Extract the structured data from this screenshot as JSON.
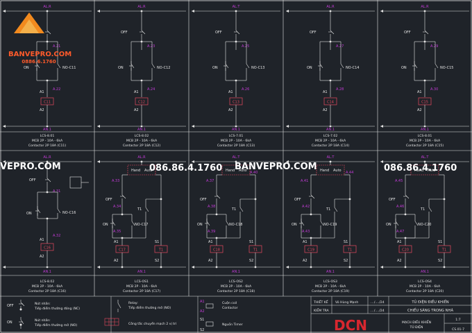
{
  "brand": {
    "logo_text": "BANVEPRO.COM",
    "logo_phone": "0886.6.1760",
    "watermark_site_left": "VEPRO.COM",
    "watermark_phone_1": "086.86.4.1760",
    "watermark_site_mid": "BANVEPRO.COM",
    "watermark_phone_2": "086.86.4.1760",
    "company_logo": "DCN"
  },
  "row1": [
    {
      "bus": "AL.R",
      "off": "OFF",
      "on": "ON",
      "a_top": "A.21",
      "no": "NO-C11",
      "a_mid": "A.22",
      "a1": "A1",
      "coil": "C11",
      "a2": "A2",
      "neutral": "AN.1",
      "title": "LCS-8.01",
      "spec1": "MCB 2P - 10A - 6kA",
      "spec2": "Contactor 2P 18A (C11)"
    },
    {
      "bus": "AL.R",
      "off": "OFF",
      "on": "ON",
      "a_top": "A.23",
      "no": "NO-C12",
      "a_mid": "A.24",
      "a1": "A1",
      "coil": "C12",
      "a2": "A2",
      "neutral": "AN.1",
      "title": "LCS-8.02",
      "spec1": "MCB 2P - 10A - 6kA",
      "spec2": "Contactor 2P 18A (C12)"
    },
    {
      "bus": "AL.T",
      "off": "OFF",
      "on": "ON",
      "a_top": "A.25",
      "no": "NO-C13",
      "a_mid": "A.26",
      "a1": "A1",
      "coil": "C13",
      "a2": "A2",
      "neutral": "AN.1",
      "title": "LCS-7.01",
      "spec1": "MCB 2P - 10A - 6kA",
      "spec2": "Contactor 2P 18A (C13)"
    },
    {
      "bus": "AL.R",
      "off": "OFF",
      "on": "ON",
      "a_top": "A.27",
      "no": "NO-C14",
      "a_mid": "A.28",
      "a1": "A1",
      "coil": "C14",
      "a2": "A2",
      "neutral": "AN.1",
      "title": "LCS-7.02",
      "spec1": "MCB 2P - 10A - 6kA",
      "spec2": "Contactor 2P 18A (C14)"
    },
    {
      "bus": "AL.R",
      "off": "OFF",
      "on": "ON",
      "a_top": "A.29",
      "no": "NO-C15",
      "a_mid": "A.30",
      "a1": "A1",
      "coil": "C15",
      "a2": "A2",
      "neutral": "AN.1",
      "title": "LCS-8.01",
      "spec1": "MCB 2P - 10A - 6kA",
      "spec2": "Contactor 2P 18A (C15)"
    }
  ],
  "row2_first": {
    "bus": "AL.R",
    "off": "OFF",
    "on": "ON",
    "a_top": "A.31",
    "no": "NO-C16",
    "a_mid": "A.32",
    "a1": "A1",
    "coil": "C16",
    "a2": "A2",
    "neutral": "AN.1",
    "title": "LCS-8.02",
    "spec1": "MCB 2P - 10A - 6kA",
    "spec2": "Contactor 2P 18A (C16)"
  },
  "row2": [
    {
      "bus": "AL.R",
      "hand": "Hand",
      "auto": "Auto",
      "off": "OFF",
      "on": "ON",
      "a_top": "A.33",
      "a_off": "A.34",
      "a_on": "A.35",
      "t1": "T1",
      "no": "NO-C17",
      "a1": "A1",
      "coil": "C17",
      "a2": "A2",
      "s1": "S1",
      "s2": "S2",
      "tcoil": "T1",
      "neutral": "AN.1",
      "title": "LCS-OS1",
      "spec1": "MCB 2P - 10A - 6kA",
      "spec2": "Contactor 2P 18A (C17)"
    },
    {
      "bus": "AL.T",
      "hand": "Hand",
      "auto": "Auto",
      "off": "OFF",
      "on": "ON",
      "a_top": "A.37",
      "a_off": "A.38",
      "a_on": "A.39",
      "t1": "T1",
      "no": "NO-C18",
      "a1": "A1",
      "coil": "C18",
      "a2": "A2",
      "s1": "S1",
      "s2": "S2",
      "tcoil": "T1",
      "neutral": "AN.1",
      "title": "LCS-OS2",
      "spec1": "MCB 2P - 10A - 6kA",
      "spec2": "Contactor 2P 18A (C18)"
    },
    {
      "bus": "AL.T",
      "hand": "Hand",
      "auto": "Auto",
      "off": "OFF",
      "on": "ON",
      "a_top": "A.41",
      "a_off": "A.42",
      "a_on": "A.43",
      "t1": "T1",
      "no": "NO-C19",
      "a1": "A1",
      "coil": "C19",
      "a2": "A2",
      "s1": "S1",
      "s2": "S2",
      "tcoil": "T1",
      "neutral": "AN.1",
      "title": "LCS-OS3",
      "spec1": "MCB 2P - 10A - 6kA",
      "spec2": "Contactor 2P 18A (C19)"
    },
    {
      "bus": "AL.T",
      "hand": "Hand",
      "auto": "Auto",
      "off": "OFF",
      "on": "ON",
      "a_top": "A.45",
      "a_off": "A.46",
      "a_on": "A.47",
      "t1": "T1",
      "no": "NO-C20",
      "a1": "A1",
      "coil": "C20",
      "a2": "A2",
      "s1": "S1",
      "s2": "S2",
      "tcoil": "T1",
      "neutral": "AN.1",
      "title": "LCS-OS4",
      "spec1": "MCB 2P - 10A - 6kA",
      "spec2": "Contactor 2P 18A (C20)"
    }
  ],
  "row2_extra_labels": [
    "A.40",
    "A.44"
  ],
  "legend": {
    "nc_code": "OFF",
    "nc_line1": "Nút nhấn:",
    "nc_line2": "Tiếp điểm thường đóng (NC)",
    "no_code": "ON",
    "no_line1": "Nút nhấn:",
    "no_line2": "Tiếp điểm thường mở (NO)",
    "relay_line1": "Relay:",
    "relay_line2": "Tiếp điểm thường mở (NO)",
    "switch_line": "Công tắc chuyển mạch 2 vị trí",
    "coil_a1": "A1",
    "coil_a2": "A2",
    "coil_line1": "Cuộn coil",
    "coil_line2": "Contactor",
    "timer_s1": "S1",
    "timer_s2": "S2",
    "timer_line": "Nguồn Timer"
  },
  "title_block": {
    "designer_label": "THIẾT KẾ",
    "designer_name": "Võ Hùng Mạnh",
    "designer_date": "..../..../24",
    "checker_label": "KIỂM TRA",
    "checker_date": "..../..../24",
    "project_line1": "TỦ ĐIỆN ĐIỀU KHIỂN",
    "project_line2": "CHIẾU SÁNG TRONG NHÀ",
    "drawing_line1": "MẠCH ĐIỀU KHIỂN",
    "drawing_line2": "TỦ ĐIỆN",
    "scale": "1:7",
    "sheet": "CS.01-7"
  },
  "colors": {
    "bg": "#1f2329",
    "line": "#e6e6e6",
    "magenta": "#c23bd6",
    "red": "#e84a5f",
    "brand_red": "#d8272f"
  }
}
